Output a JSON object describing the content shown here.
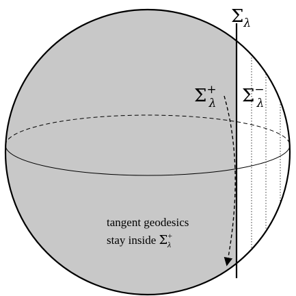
{
  "labels": {
    "sigma_symbol": "Σ",
    "lambda_symbol": "λ",
    "plus_sign": "+",
    "minus_sign": "−"
  },
  "annotation": {
    "line1": "tangent geodesics",
    "line2_prefix": "stay inside "
  },
  "colors": {
    "region_plus": "#c8c8c8",
    "region_minus": "#ffffff",
    "stroke": "#000000"
  }
}
